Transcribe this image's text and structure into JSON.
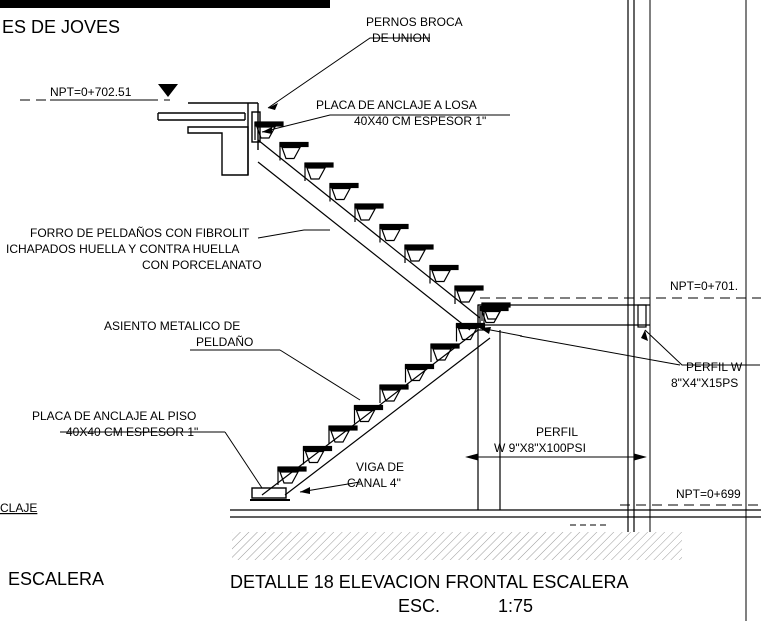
{
  "title_partial": "ES DE JOVES",
  "labels": {
    "pernos_1": "PERNOS BROCA",
    "pernos_2": "DE UNION",
    "npt_top": "NPT=0+702.51",
    "placa_losa_1": "PLACA DE ANCLAJE A LOSA",
    "placa_losa_2": "40X40 CM ESPESOR 1\"",
    "forro_1": "FORRO DE PELDAÑOS CON FIBROLIT",
    "forro_2": "ICHAPADOS HUELLA Y CONTRA HUELLA",
    "forro_3": "CON PORCELANATO",
    "npt_mid": "NPT=0+701.",
    "asiento_1": "ASIENTO METALICO DE",
    "asiento_2": "PELDAÑO",
    "perfil_w_1": "PERFIL W",
    "perfil_w_2": "8\"X4\"X15PS",
    "placa_piso_1": "PLACA DE ANCLAJE AL PISO",
    "placa_piso_2": "40X40 CM ESPESOR 1\"",
    "perfil_1": "PERFIL",
    "perfil_2": "W 9\"X8\"X100PSI",
    "viga_1": "VIGA DE",
    "viga_2": "CANAL  4\"",
    "npt_low": "NPT=0+699",
    "claje": "CLAJE",
    "escalera_left": "ESCALERA",
    "detail_title": "DETALLE 18  ELEVACION FRONTAL ESCALERA",
    "scale_label": "ESC.",
    "scale_value": "1:75"
  },
  "colors": {
    "line": "#000000",
    "hatch": "#9a9a9a",
    "background": "#ffffff"
  }
}
